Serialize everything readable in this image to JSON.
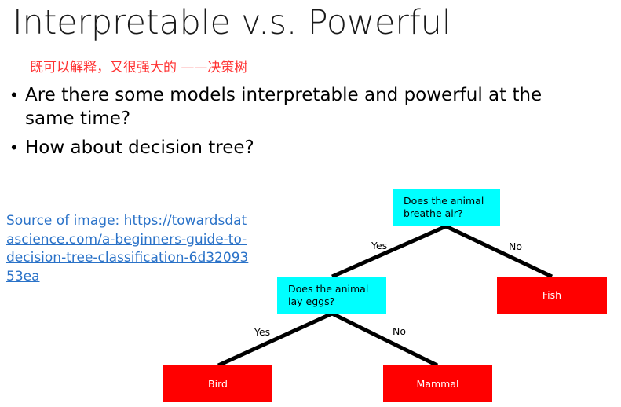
{
  "slide": {
    "title": "Interpretable v.s. Powerful",
    "annotation_cn": "既可以解释，又很强大的 ——决策树",
    "bullet_marker": "•",
    "bullets": [
      "Are there some models interpretable and powerful at the same time?",
      "How about decision tree?"
    ],
    "source_link": "Source of image: https://towardsdatascience.com/a-beginners-guide-to-decision-tree-classification-6d3209353ea"
  },
  "colors": {
    "title": "#1a1a1a",
    "annotation": "#ff3333",
    "link": "#2a72c8",
    "decision_node_bg": "#00ffff",
    "decision_node_text": "#000000",
    "leaf_node_bg": "#ff0000",
    "leaf_node_text": "#ffffff",
    "edge": "#000000",
    "background": "#ffffff"
  },
  "tree": {
    "nodes": [
      {
        "id": "root",
        "type": "decision",
        "label": "Does the animal breathe air?",
        "line1": "Does the animal",
        "line2": "breathe air?"
      },
      {
        "id": "lay-eggs",
        "type": "decision",
        "label": "Does the animal lay eggs?",
        "line1": "Does the animal",
        "line2": "lay eggs?"
      },
      {
        "id": "fish",
        "type": "leaf",
        "label": "Fish"
      },
      {
        "id": "bird",
        "type": "leaf",
        "label": "Bird"
      },
      {
        "id": "mammal",
        "type": "leaf",
        "label": "Mammal"
      }
    ],
    "edges": [
      {
        "from": "root",
        "to": "lay-eggs",
        "label": "Yes"
      },
      {
        "from": "root",
        "to": "fish",
        "label": "No"
      },
      {
        "from": "lay-eggs",
        "to": "bird",
        "label": "Yes"
      },
      {
        "from": "lay-eggs",
        "to": "mammal",
        "label": "No"
      }
    ]
  }
}
